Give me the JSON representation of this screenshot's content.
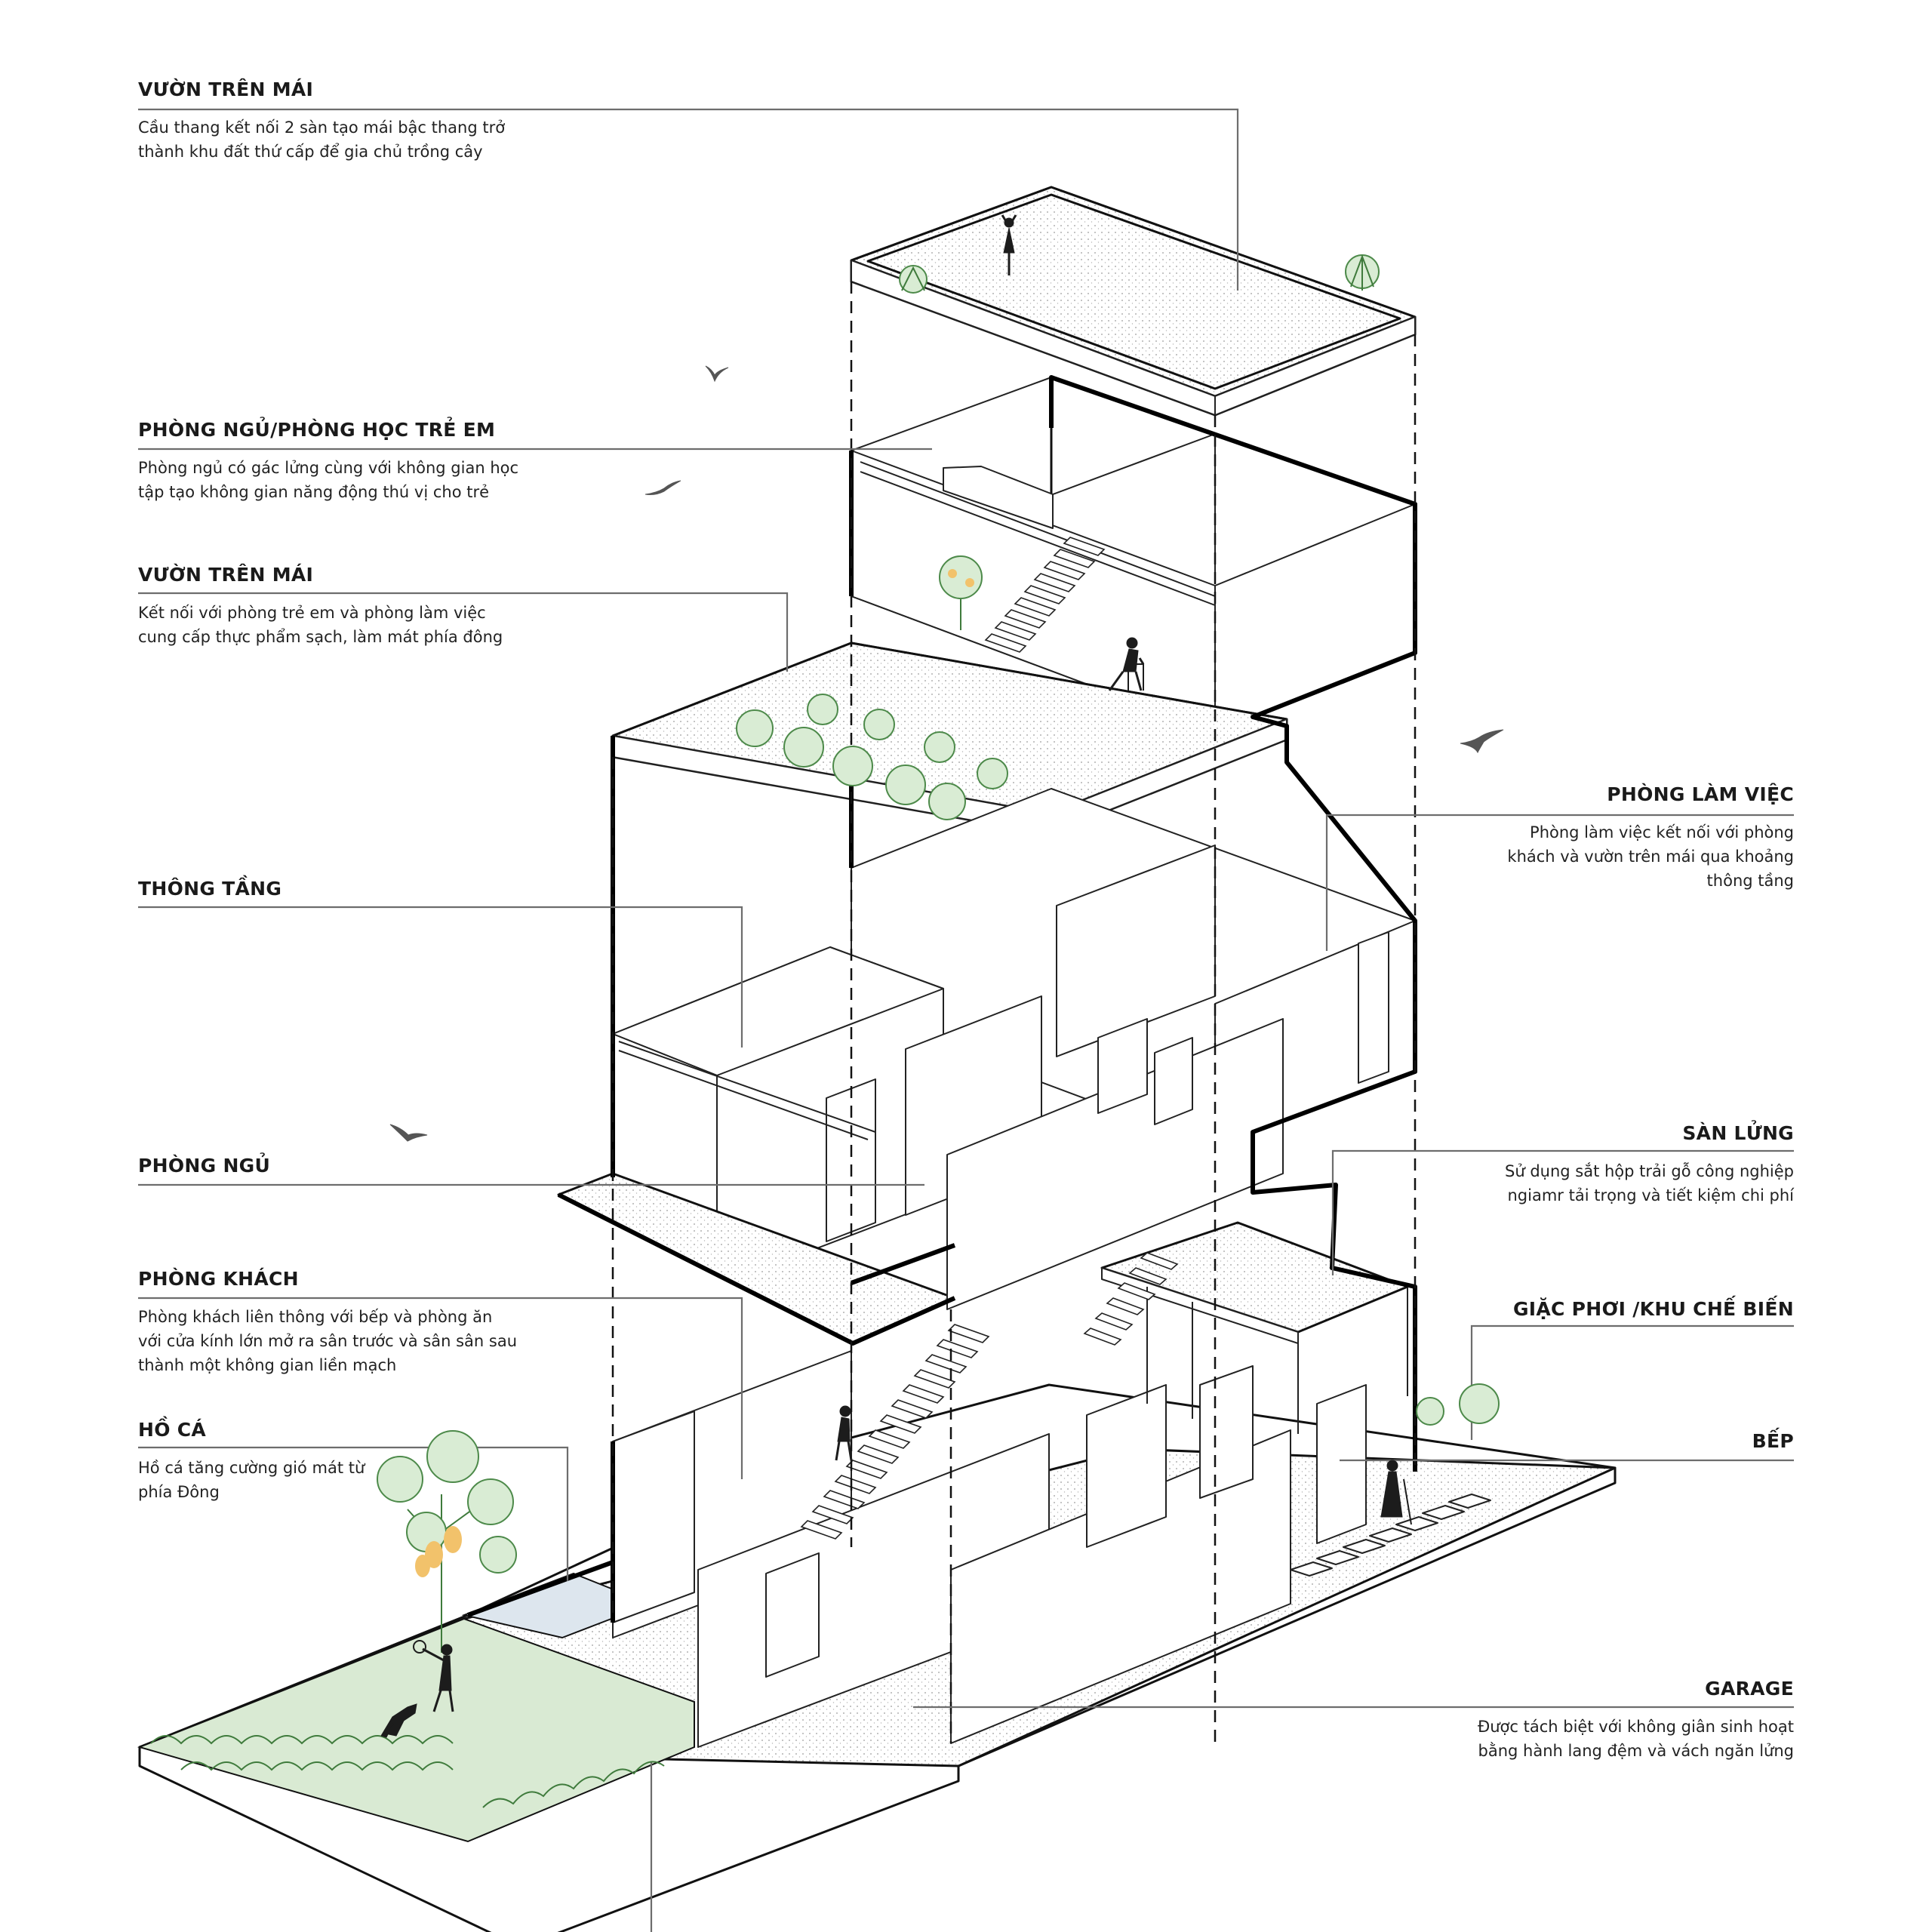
{
  "annotations": {
    "roof_garden_top": {
      "title": "VƯỜN TRÊN MÁI",
      "lines": [
        "Cầu thang kết nối 2 sàn tạo mái bậc thang trở",
        "thành khu đất thứ cấp để gia chủ trồng cây"
      ]
    },
    "kids_bedroom": {
      "title": "PHÒNG NGỦ/PHÒNG HỌC TRẺ EM",
      "lines": [
        "Phòng ngủ có gác lửng cùng với không gian học",
        "tập tạo không gian năng động thú vị cho trẻ"
      ]
    },
    "roof_garden_mid": {
      "title": "VƯỜN TRÊN MÁI",
      "lines": [
        "Kết nối với phòng trẻ em và phòng làm việc",
        "cung cấp thực phẩm sạch, làm mát phía đông"
      ]
    },
    "void": {
      "title": "THÔNG TẦNG"
    },
    "bedroom": {
      "title": "PHÒNG NGỦ"
    },
    "living_room": {
      "title": "PHÒNG KHÁCH",
      "lines": [
        "Phòng khách liên thông với bếp và phòng ăn",
        "với cửa kính lớn mở ra sân trước và sân sân sau",
        "thành một không gian liền mạch"
      ]
    },
    "fish_pond": {
      "title": "HỒ CÁ",
      "lines": [
        "Hồ cá tăng cường gió mát từ",
        "phía Đông"
      ]
    },
    "study": {
      "title": "PHÒNG LÀM VIỆC",
      "lines": [
        "Phòng làm việc kết nối với phòng",
        "khách và vườn trên mái qua khoảng",
        "thông tầng"
      ]
    },
    "mezzanine": {
      "title": "SÀN LỬNG",
      "lines": [
        "Sử dụng sắt hộp trải gỗ công nghiệp",
        "ngiamr tải trọng và tiết kiệm chi phí"
      ]
    },
    "drying_area": {
      "title": "GIẶC PHƠI /KHU CHẾ BIẾN"
    },
    "kitchen": {
      "title": "BẾP"
    },
    "garage": {
      "title": "GARAGE",
      "lines": [
        "Được tách biệt  với không giân sinh hoạt",
        "bằng hành lang đệm và vách ngăn lửng"
      ]
    }
  },
  "colors": {
    "line": "#111111",
    "leader": "#6d6d6d",
    "lawn": "#d9ead3",
    "pond": "#dde6ee",
    "plant": "#4d8a4a",
    "fruit": "#f2c26b"
  },
  "icons": [
    "bird-icon",
    "person-icon",
    "dog-icon",
    "tree-icon",
    "shrub-icon"
  ]
}
